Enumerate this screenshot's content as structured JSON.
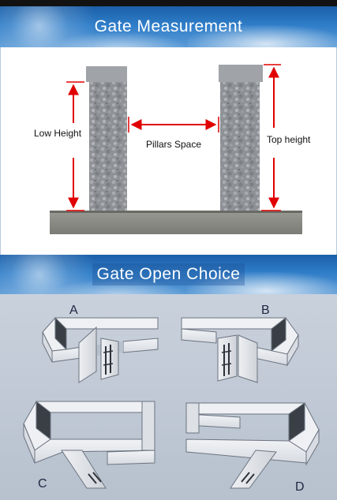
{
  "sections": {
    "measurement": {
      "title": "Gate Measurement",
      "labels": {
        "low_height": "Low Height",
        "pillars_space": "Pillars Space",
        "top_height": "Top height"
      }
    },
    "open_choice": {
      "title": "Gate Open Choice",
      "options": [
        "A",
        "B",
        "C",
        "D"
      ]
    }
  },
  "colors": {
    "banner": "#2f7dc8",
    "arrow": "#e00000",
    "pillar": "#8f9296",
    "ground": "#8a8a84",
    "wall_face": "#e6e9ee",
    "wall_inner": "#3a3f46"
  }
}
